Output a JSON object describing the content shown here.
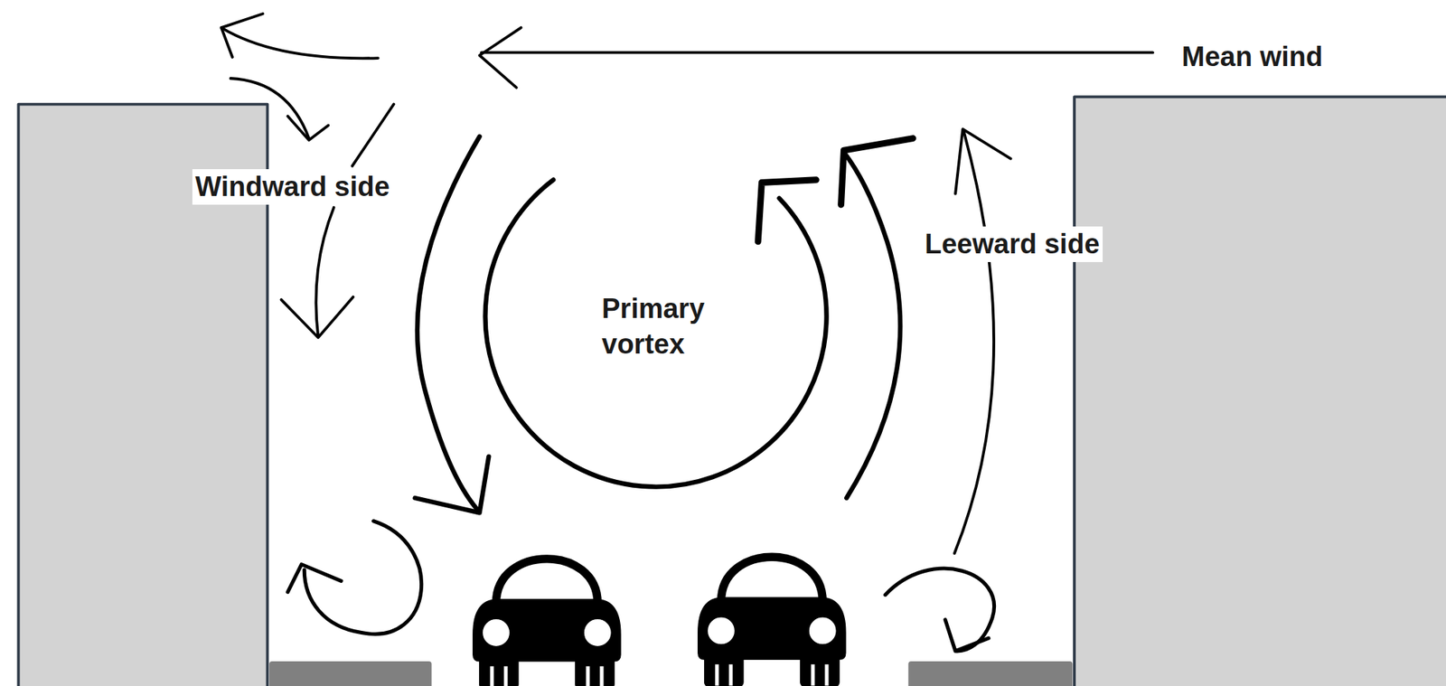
{
  "diagram": {
    "labels": [
      "Mean wind",
      "Windward side",
      "Primary vortex",
      "Leeward side"
    ]
  }
}
